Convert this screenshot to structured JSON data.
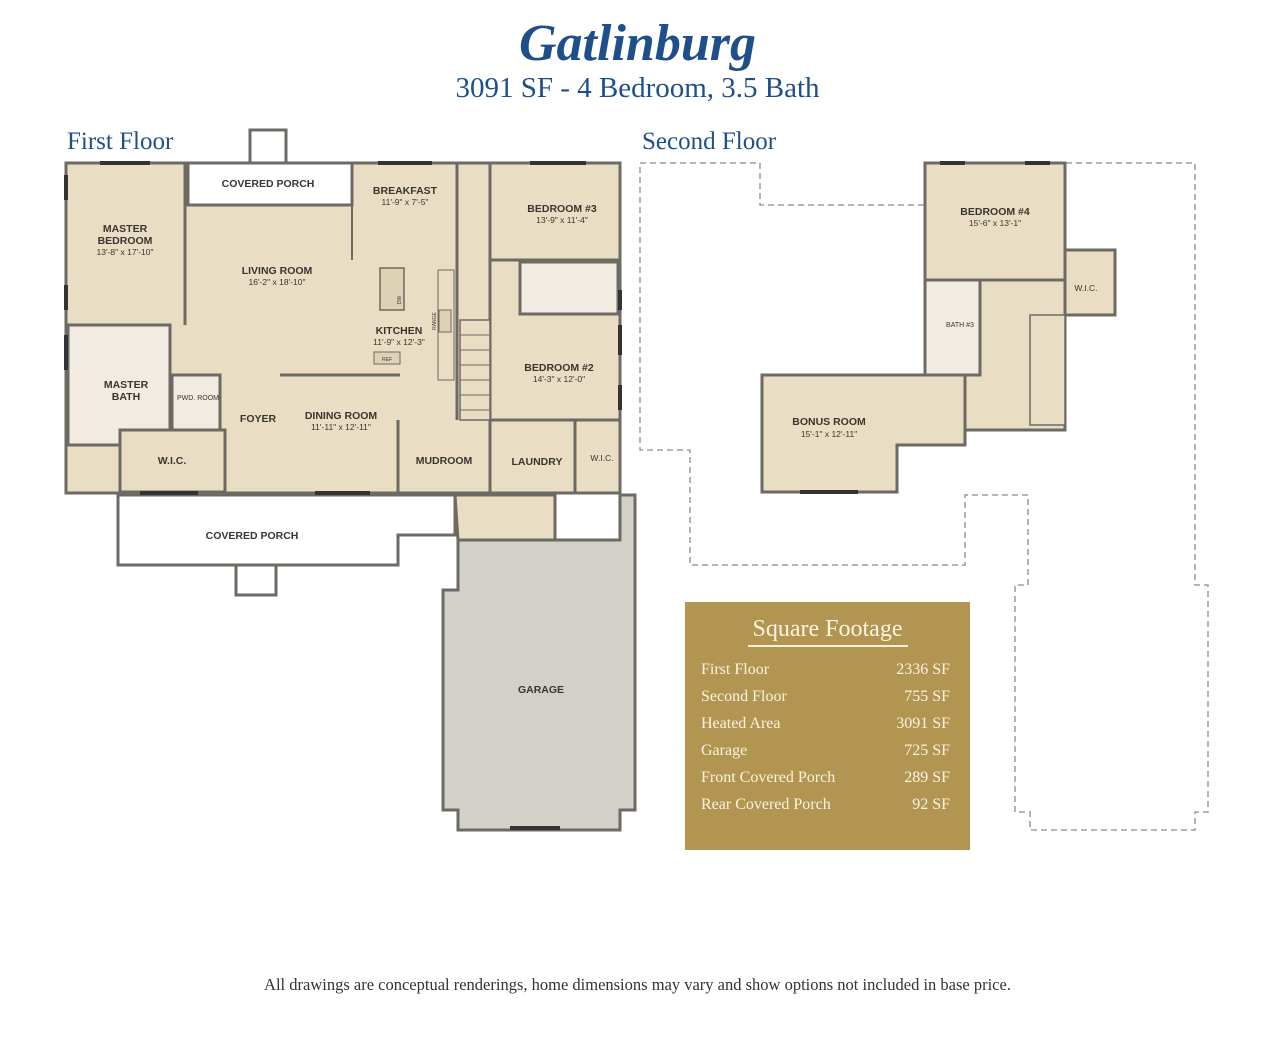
{
  "header": {
    "title": "Gatlinburg",
    "subtitle": "3091 SF - 4 Bedroom, 3.5 Bath"
  },
  "floors": {
    "first": "First Floor",
    "second": "Second Floor"
  },
  "rooms": {
    "covered_porch_rear": {
      "name": "COVERED PORCH"
    },
    "breakfast": {
      "name": "BREAKFAST",
      "dim": "11'-9\" x 7'-5\""
    },
    "bedroom3": {
      "name": "BEDROOM #3",
      "dim": "13'-9\" x 11'-4\""
    },
    "master_bedroom": {
      "name1": "MASTER",
      "name2": "BEDROOM",
      "dim": "13'-8\" x 17'-10\""
    },
    "living_room": {
      "name": "LIVING ROOM",
      "dim": "16'-2\" x 18'-10\""
    },
    "kitchen": {
      "name": "KITCHEN",
      "dim": "11'-9\" x 12'-3\""
    },
    "bedroom2": {
      "name": "BEDROOM #2",
      "dim": "14'-3\" x 12'-0\""
    },
    "master_bath": {
      "name1": "MASTER",
      "name2": "BATH"
    },
    "pwd_room": {
      "name": "PWD. ROOM"
    },
    "foyer": {
      "name": "FOYER"
    },
    "dining_room": {
      "name": "DINING ROOM",
      "dim": "11'-11\" x 12'-11\""
    },
    "wic_master": {
      "name": "W.I.C."
    },
    "mudroom": {
      "name": "MUDROOM"
    },
    "laundry": {
      "name": "LAUNDRY"
    },
    "wic_bed2": {
      "name": "W.I.C."
    },
    "covered_porch_front": {
      "name": "COVERED PORCH"
    },
    "garage": {
      "name": "GARAGE"
    },
    "bedroom4": {
      "name": "BEDROOM #4",
      "dim": "15'-6\" x 13'-1\""
    },
    "wic_bed4": {
      "name": "W.I.C."
    },
    "bath3": {
      "name": "BATH #3"
    },
    "bonus_room": {
      "name": "BONUS ROOM",
      "dim": "15'-1\" x 12'-11\""
    },
    "fixtures": {
      "ref": "REF",
      "range": "RANGE",
      "dw": "DW"
    }
  },
  "square_footage": {
    "title": "Square Footage",
    "rows": [
      {
        "label": "First Floor",
        "value": "2336 SF"
      },
      {
        "label": "Second Floor",
        "value": "755 SF"
      },
      {
        "label": "Heated Area",
        "value": "3091 SF"
      },
      {
        "label": "Garage",
        "value": "725 SF"
      },
      {
        "label": "Front Covered Porch",
        "value": "289 SF"
      },
      {
        "label": "Rear Covered Porch",
        "value": "92 SF"
      }
    ]
  },
  "footer": {
    "disclaimer": "All drawings are conceptual renderings, home dimensions may vary and show options not included in base price."
  },
  "colors": {
    "title": "#1f4f8a",
    "panel": "#b39552",
    "room": "#e9dec3",
    "garage": "#d3d0c9"
  }
}
